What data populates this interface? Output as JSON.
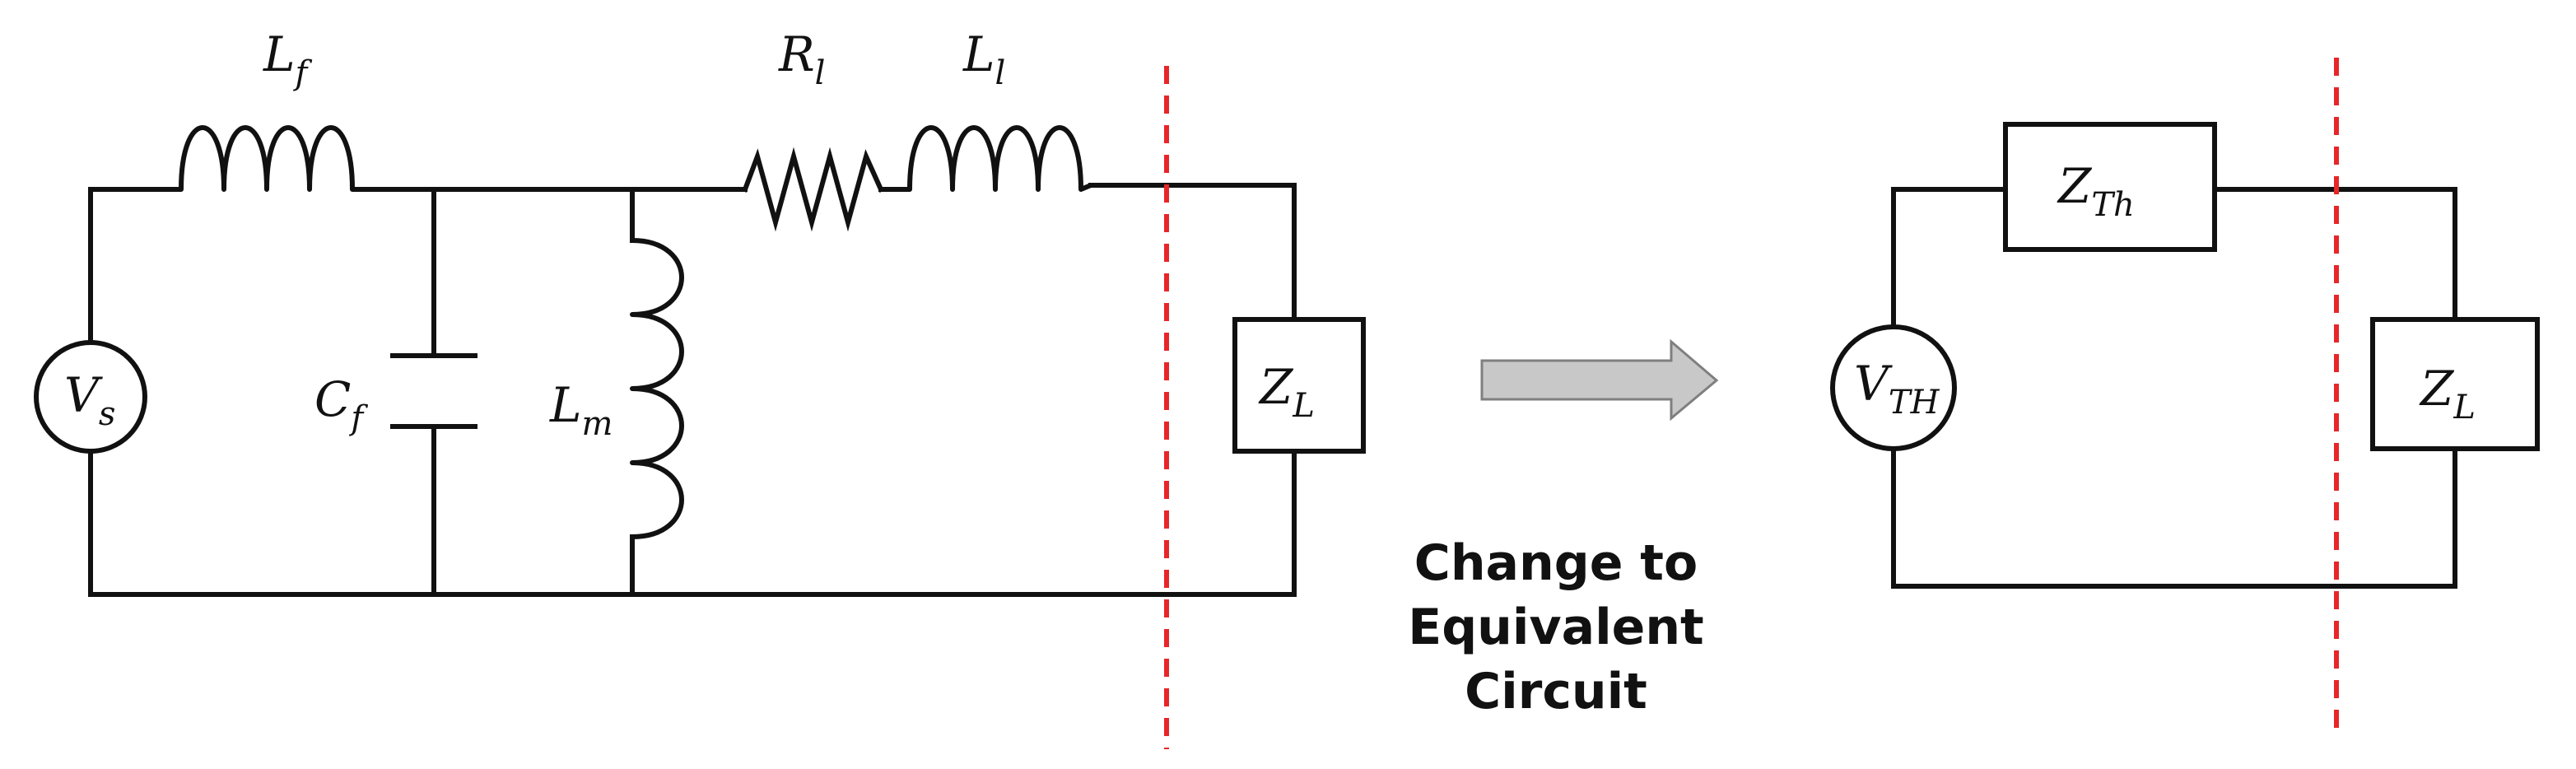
{
  "original_circuit": {
    "source": {
      "main": "V",
      "sub": "s"
    },
    "series_inductor": {
      "main": "L",
      "sub": "f"
    },
    "shunt_capacitor": {
      "main": "C",
      "sub": "f"
    },
    "magnetizing_inductor": {
      "main": "L",
      "sub": "m"
    },
    "line_resistor": {
      "main": "R",
      "sub": "l"
    },
    "line_inductor": {
      "main": "L",
      "sub": "l"
    },
    "load": {
      "main": "Z",
      "sub": "L"
    }
  },
  "transition": {
    "arrow_icon": "right-arrow-icon",
    "caption": "Change to\nEquivalent\nCircuit"
  },
  "equivalent_circuit": {
    "source": {
      "main": "V",
      "sub": "TH"
    },
    "thevenin_impedance": {
      "main": "Z",
      "sub": "Th"
    },
    "load": {
      "main": "Z",
      "sub": "L"
    }
  },
  "colors": {
    "wire": "#111111",
    "cut_line": "#e8262a",
    "arrow_fill": "#c8c8c8",
    "arrow_stroke": "#7f7f7f"
  }
}
